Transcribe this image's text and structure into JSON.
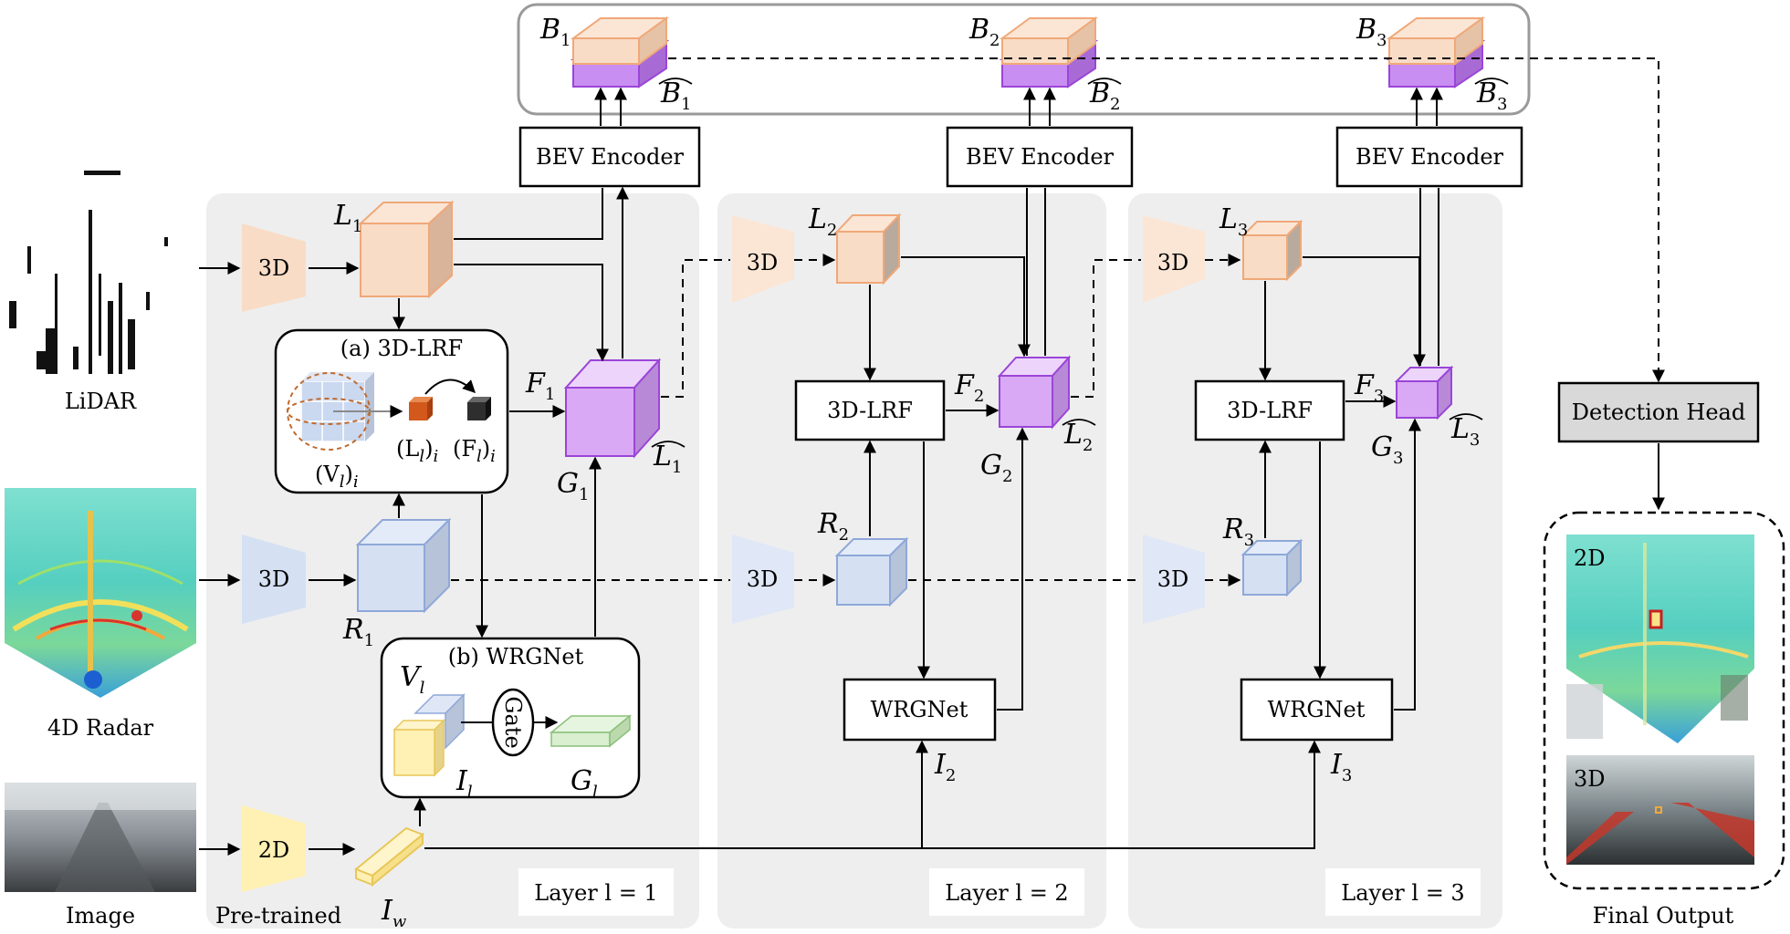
{
  "inputs": {
    "lidar": "LiDAR",
    "radar": "4D Radar",
    "image": "Image",
    "pretrained": "Pre-trained"
  },
  "encoders": {
    "three_d": "3D",
    "two_d": "2D",
    "bev": "BEV Encoder"
  },
  "symbols": {
    "B": "B",
    "L": "L",
    "F": "F",
    "G": "G",
    "R": "R",
    "I": "I",
    "V": "V",
    "w_sub": "w",
    "l_sub": "l",
    "i_sub": "i",
    "sub1": "1",
    "sub2": "2",
    "sub3": "3"
  },
  "modules": {
    "lrf_title": "(a) 3D-LRF",
    "lrf": "3D-LRF",
    "wrgnet_title": "(b) WRGNet",
    "wrgnet": "WRGNet",
    "gate": "Gate",
    "vl": "(V",
    "li": "(L",
    "fi": "(F",
    "close": ")"
  },
  "layers": [
    "Layer l = 1",
    "Layer l = 2",
    "Layer l = 3"
  ],
  "head": {
    "detection": "Detection Head",
    "output": "Final Output",
    "tag2d": "2D",
    "tag3d": "3D"
  },
  "colors": {
    "panel": "#eeeeee",
    "lidar_feat": "#f9dcc6",
    "lidar_feat_stroke": "#f0a878",
    "radar_feat": "#d5e0f3",
    "radar_feat_stroke": "#8fa8d8",
    "fused": "#d9a9f5",
    "fused_stroke": "#9b45d8",
    "bev_purple": "#c98ef2",
    "image_feat": "#fff0b3",
    "image_feat_stroke": "#e8c75a",
    "gate_feat": "#d9efd0",
    "gate_feat_stroke": "#8bc07a",
    "head_fill": "#d9d9d9"
  }
}
